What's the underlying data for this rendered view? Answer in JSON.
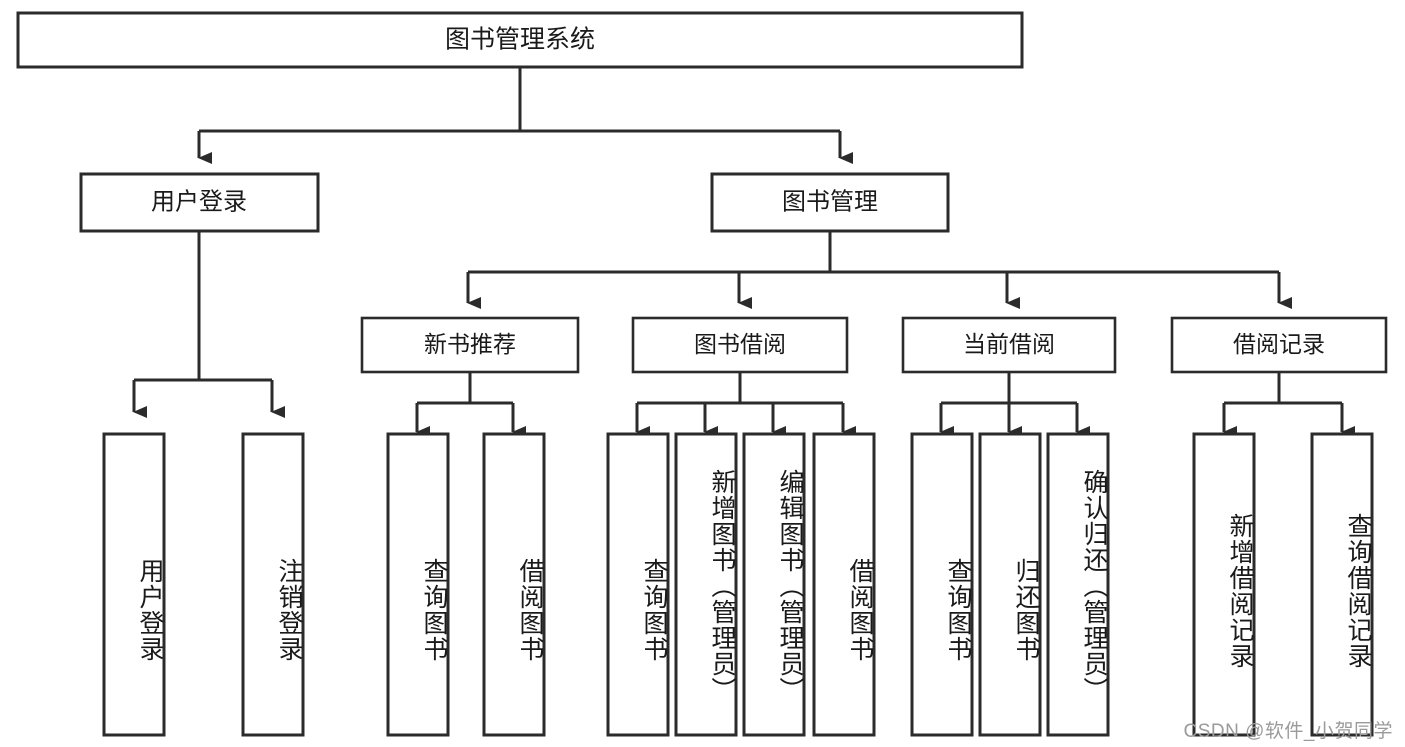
{
  "diagram": {
    "type": "tree",
    "title": "图书管理系统",
    "orientation": "top-down",
    "colors": {
      "box_fill": "#ffffff",
      "box_stroke": "#2b2b2b",
      "text": "#1a1a1a",
      "watermark": "#9a9a9a",
      "background": "#ffffff"
    },
    "root": {
      "label": "图书管理系统"
    },
    "level1": [
      {
        "label": "用户登录"
      },
      {
        "label": "图书管理"
      }
    ],
    "level2": [
      {
        "label": "新书推荐"
      },
      {
        "label": "图书借阅"
      },
      {
        "label": "当前借阅"
      },
      {
        "label": "借阅记录"
      }
    ],
    "leaves": {
      "user_login": [
        {
          "label": "用户登录"
        },
        {
          "label": "注销登录"
        }
      ],
      "new_book_recommend": [
        {
          "label": "查询图书"
        },
        {
          "label": "借阅图书"
        }
      ],
      "book_borrow": [
        {
          "label": "查询图书"
        },
        {
          "label": "新增图书（管理员）"
        },
        {
          "label": "编辑图书（管理员）"
        },
        {
          "label": "借阅图书"
        }
      ],
      "current_borrow": [
        {
          "label": "查询图书"
        },
        {
          "label": "归还图书"
        },
        {
          "label": "确认归还（管理员）"
        }
      ],
      "borrow_record": [
        {
          "label": "新增借阅记录"
        },
        {
          "label": "查询借阅记录"
        }
      ]
    }
  },
  "watermark": {
    "text": "CSDN @软件_小贺同学"
  }
}
